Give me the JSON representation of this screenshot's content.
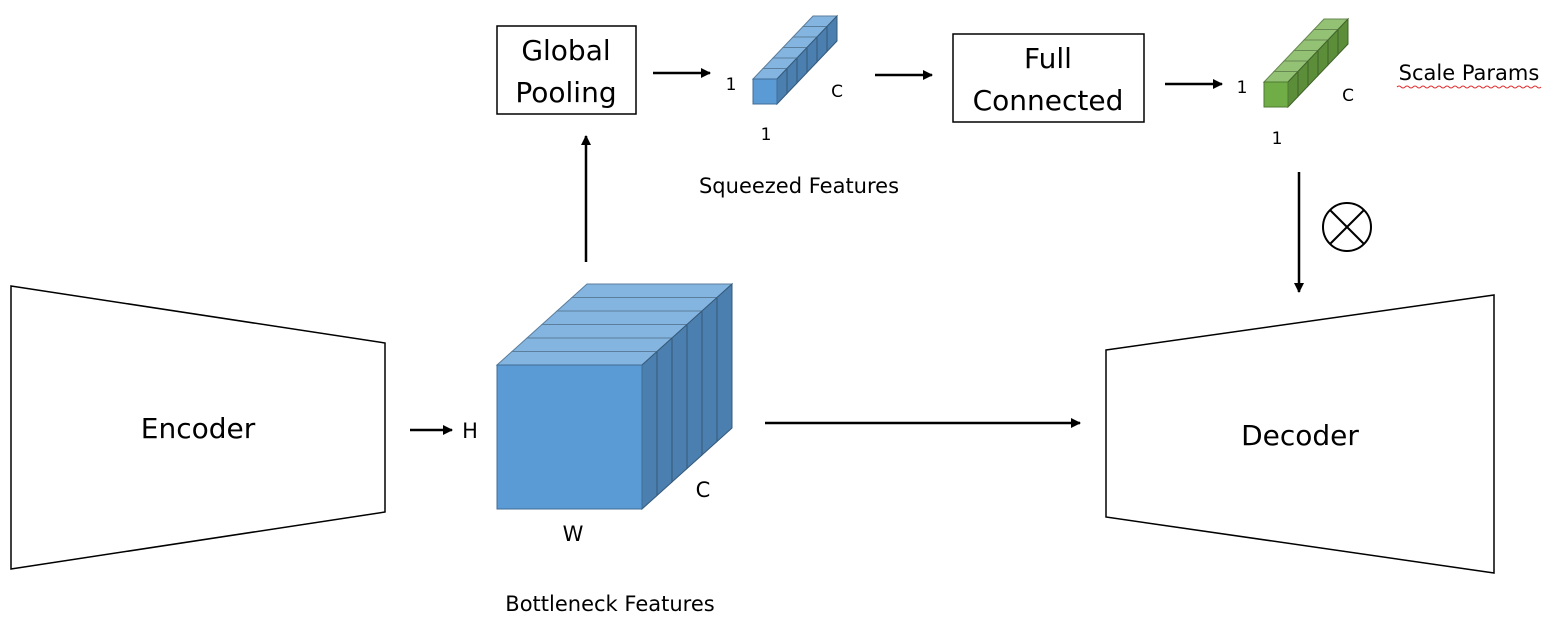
{
  "encoder": {
    "label": "Encoder"
  },
  "decoder": {
    "label": "Decoder"
  },
  "global_pooling": {
    "line1": "Global",
    "line2": "Pooling"
  },
  "full_connected": {
    "line1": "Full",
    "line2": "Connected"
  },
  "bottleneck": {
    "caption": "Bottleneck Features",
    "height_label": "H",
    "width_label": "W",
    "channel_label": "C",
    "color": "#5b9bd5"
  },
  "squeezed": {
    "caption": "Squeezed Features",
    "height_label": "1",
    "width_label": "1",
    "channel_label": "C",
    "color": "#5b9bd5"
  },
  "scale": {
    "caption": "Scale Params",
    "height_label": "1",
    "width_label": "1",
    "channel_label": "C",
    "color": "#70ad47"
  },
  "multiply_icon": "circle-times-icon"
}
